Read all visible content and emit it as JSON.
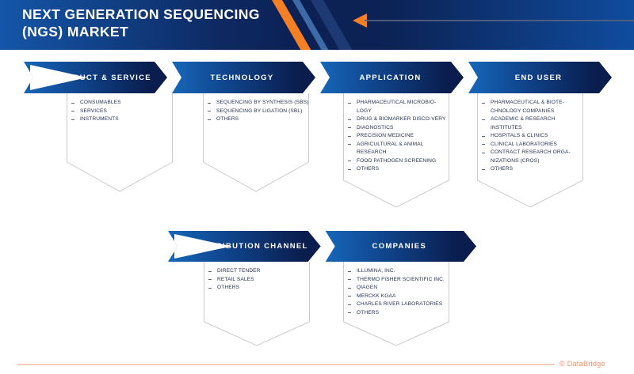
{
  "header": {
    "title_line1": "NEXT GENERATION SEQUENCING",
    "title_line2": "(NGS) MARKET"
  },
  "colors": {
    "navy_dark": "#0a1d4e",
    "blue_bright": "#1667b8",
    "orange_accent": "#f57f25",
    "stripe_light_blue": "#3e6ba8",
    "pennant_outline": "#c9cacd",
    "list_text": "#24324f",
    "footer_salmon": "#ef8f6b"
  },
  "rows": [
    {
      "banners": [
        {
          "label": "PRODUCT & SERVICE",
          "items": [
            "CONSUMABLES",
            "SERVICES",
            "INSTRUMENTS"
          ]
        },
        {
          "label": "TECHNOLOGY",
          "items": [
            "SEQUENCING BY SYNTHESIS (SBS)",
            "SEQUENCING BY LIGATION (SBL)",
            "OTHERS"
          ]
        },
        {
          "label": "APPLICATION",
          "items": [
            "PHARMACEUTICAL MICROBIO-LOGY",
            "DRUG & BIOMARKER DISCO-VERY",
            "DIAGNOSTICS",
            "PRECISION MEDICINE",
            "AGRICULTURAL & ANIMAL RESEARCH",
            "FOOD PATHOGEN SCREENING",
            "OTHERS"
          ]
        },
        {
          "label": "END USER",
          "items": [
            "PHARMACEUTICAL & BIOTE-CHNOLOGY COMPANIES",
            "ACADEMIC & RESEARCH INSTITUTES",
            "HOSPITALS & CLINICS",
            "CLINICAL LABORATORIES",
            "CONTRACT RESEARCH ORGA-NIZATIONS (CROS)",
            "OTHERS"
          ]
        }
      ]
    },
    {
      "banners": [
        {
          "label": "DISTRIBUTION CHANNEL",
          "items": [
            "DIRECT TENDER",
            "RETAIL SALES",
            "OTHERS"
          ]
        },
        {
          "label": "COMPANIES",
          "items": [
            "ILLUMINA, INC.",
            "THERMO FISHER SCIENTIFIC INC.",
            "QIAGEN",
            "MERCKK KGAA",
            "CHARLES RIVER LABORATORIES",
            "OTHERS"
          ]
        }
      ]
    }
  ],
  "footer": {
    "credit": "© DataBridge"
  }
}
